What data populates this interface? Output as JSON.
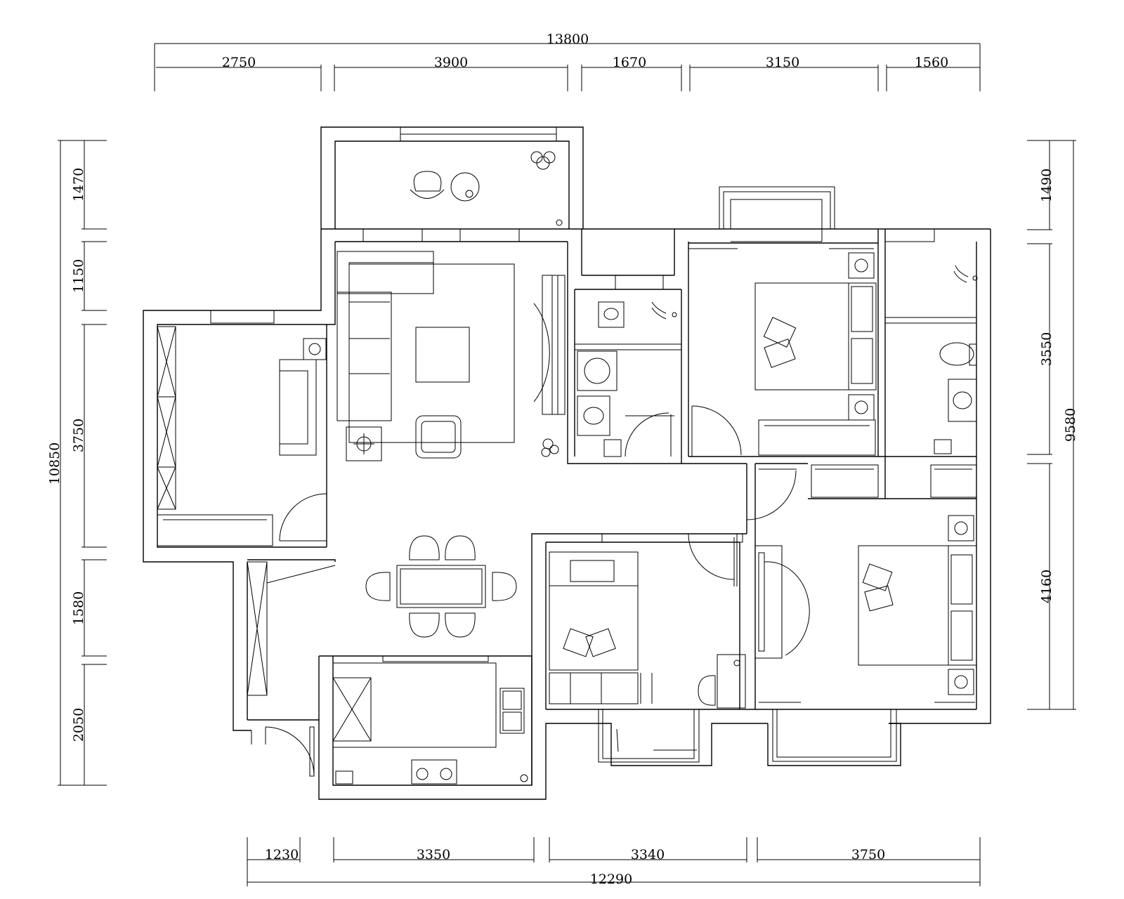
{
  "dimensions": {
    "top_total": "13800",
    "top": [
      "2750",
      "3900",
      "1670",
      "3150",
      "1560"
    ],
    "bottom_total": "12290",
    "bottom": [
      "1230",
      "3350",
      "3340",
      "3750"
    ],
    "left_total": "10850",
    "left": [
      "1470",
      "1150",
      "3750",
      "1580",
      "2050"
    ],
    "right_total": "9580",
    "right": [
      "1490",
      "3550",
      "4160"
    ]
  }
}
